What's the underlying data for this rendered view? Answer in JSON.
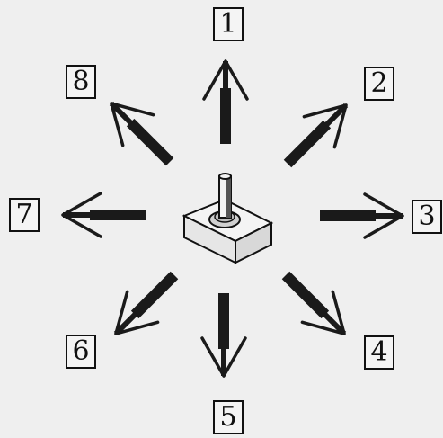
{
  "directions": [
    {
      "label": "1",
      "direction": "up"
    },
    {
      "label": "2",
      "direction": "up-right"
    },
    {
      "label": "3",
      "direction": "right"
    },
    {
      "label": "4",
      "direction": "down-right"
    },
    {
      "label": "5",
      "direction": "down"
    },
    {
      "label": "6",
      "direction": "down-left"
    },
    {
      "label": "7",
      "direction": "left"
    },
    {
      "label": "8",
      "direction": "up-left"
    }
  ],
  "center_icon": "joystick-icon",
  "colors": {
    "background": "#efefef",
    "ink": "#111111",
    "arrow_fill": "#1a1a1a",
    "joystick_base": "#f2f2f2"
  }
}
